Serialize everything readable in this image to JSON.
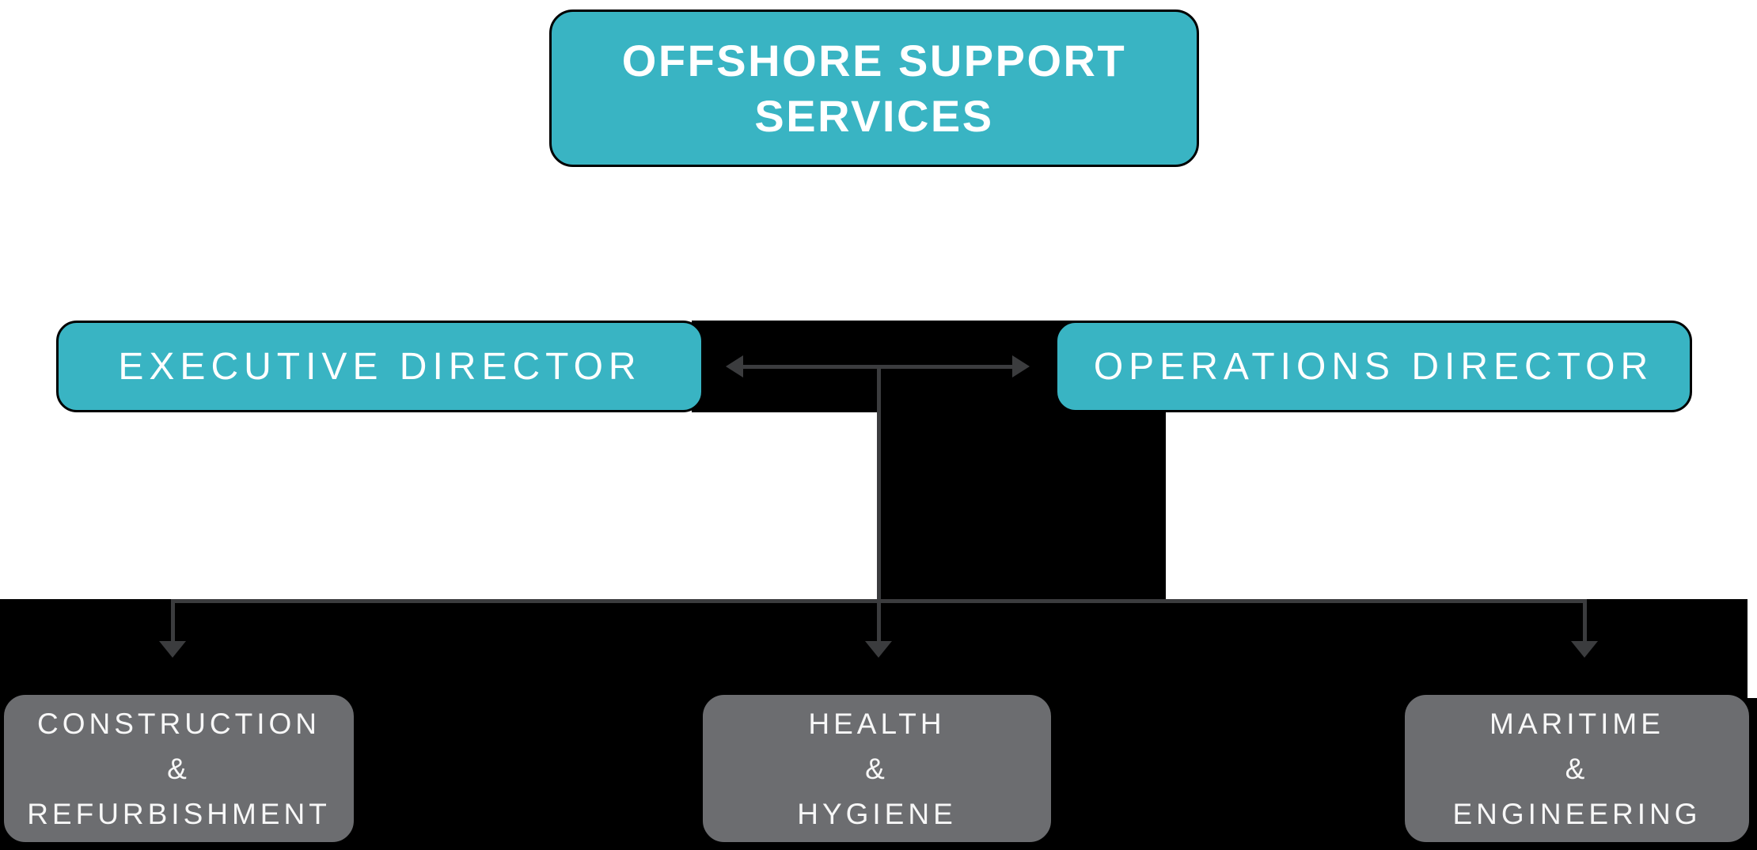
{
  "org_chart": {
    "root": {
      "lines": [
        "OFFSHORE SUPPORT",
        "SERVICES"
      ]
    },
    "directors": [
      {
        "id": "executive-director",
        "label": "EXECUTIVE DIRECTOR"
      },
      {
        "id": "operations-director",
        "label": "OPERATIONS DIRECTOR"
      }
    ],
    "divisions": [
      {
        "id": "construction-refurbishment",
        "lines": [
          "CONSTRUCTION",
          "&",
          "REFURBISHMENT"
        ]
      },
      {
        "id": "health-hygiene",
        "lines": [
          "HEALTH",
          "&",
          "HYGIENE"
        ]
      },
      {
        "id": "maritime-engineering",
        "lines": [
          "MARITIME",
          "&",
          "ENGINEERING"
        ]
      }
    ],
    "connectors": {
      "double_arrow_icon": "left-right-arrow",
      "down_arrow_icon": "down-arrow"
    }
  },
  "colors": {
    "teal": "#39B4C3",
    "gray": "#6C6D70",
    "connector": "#3B3C3E",
    "black_fill": "#000000",
    "text": "#FFFFFF",
    "background": "#FFFFFF"
  }
}
